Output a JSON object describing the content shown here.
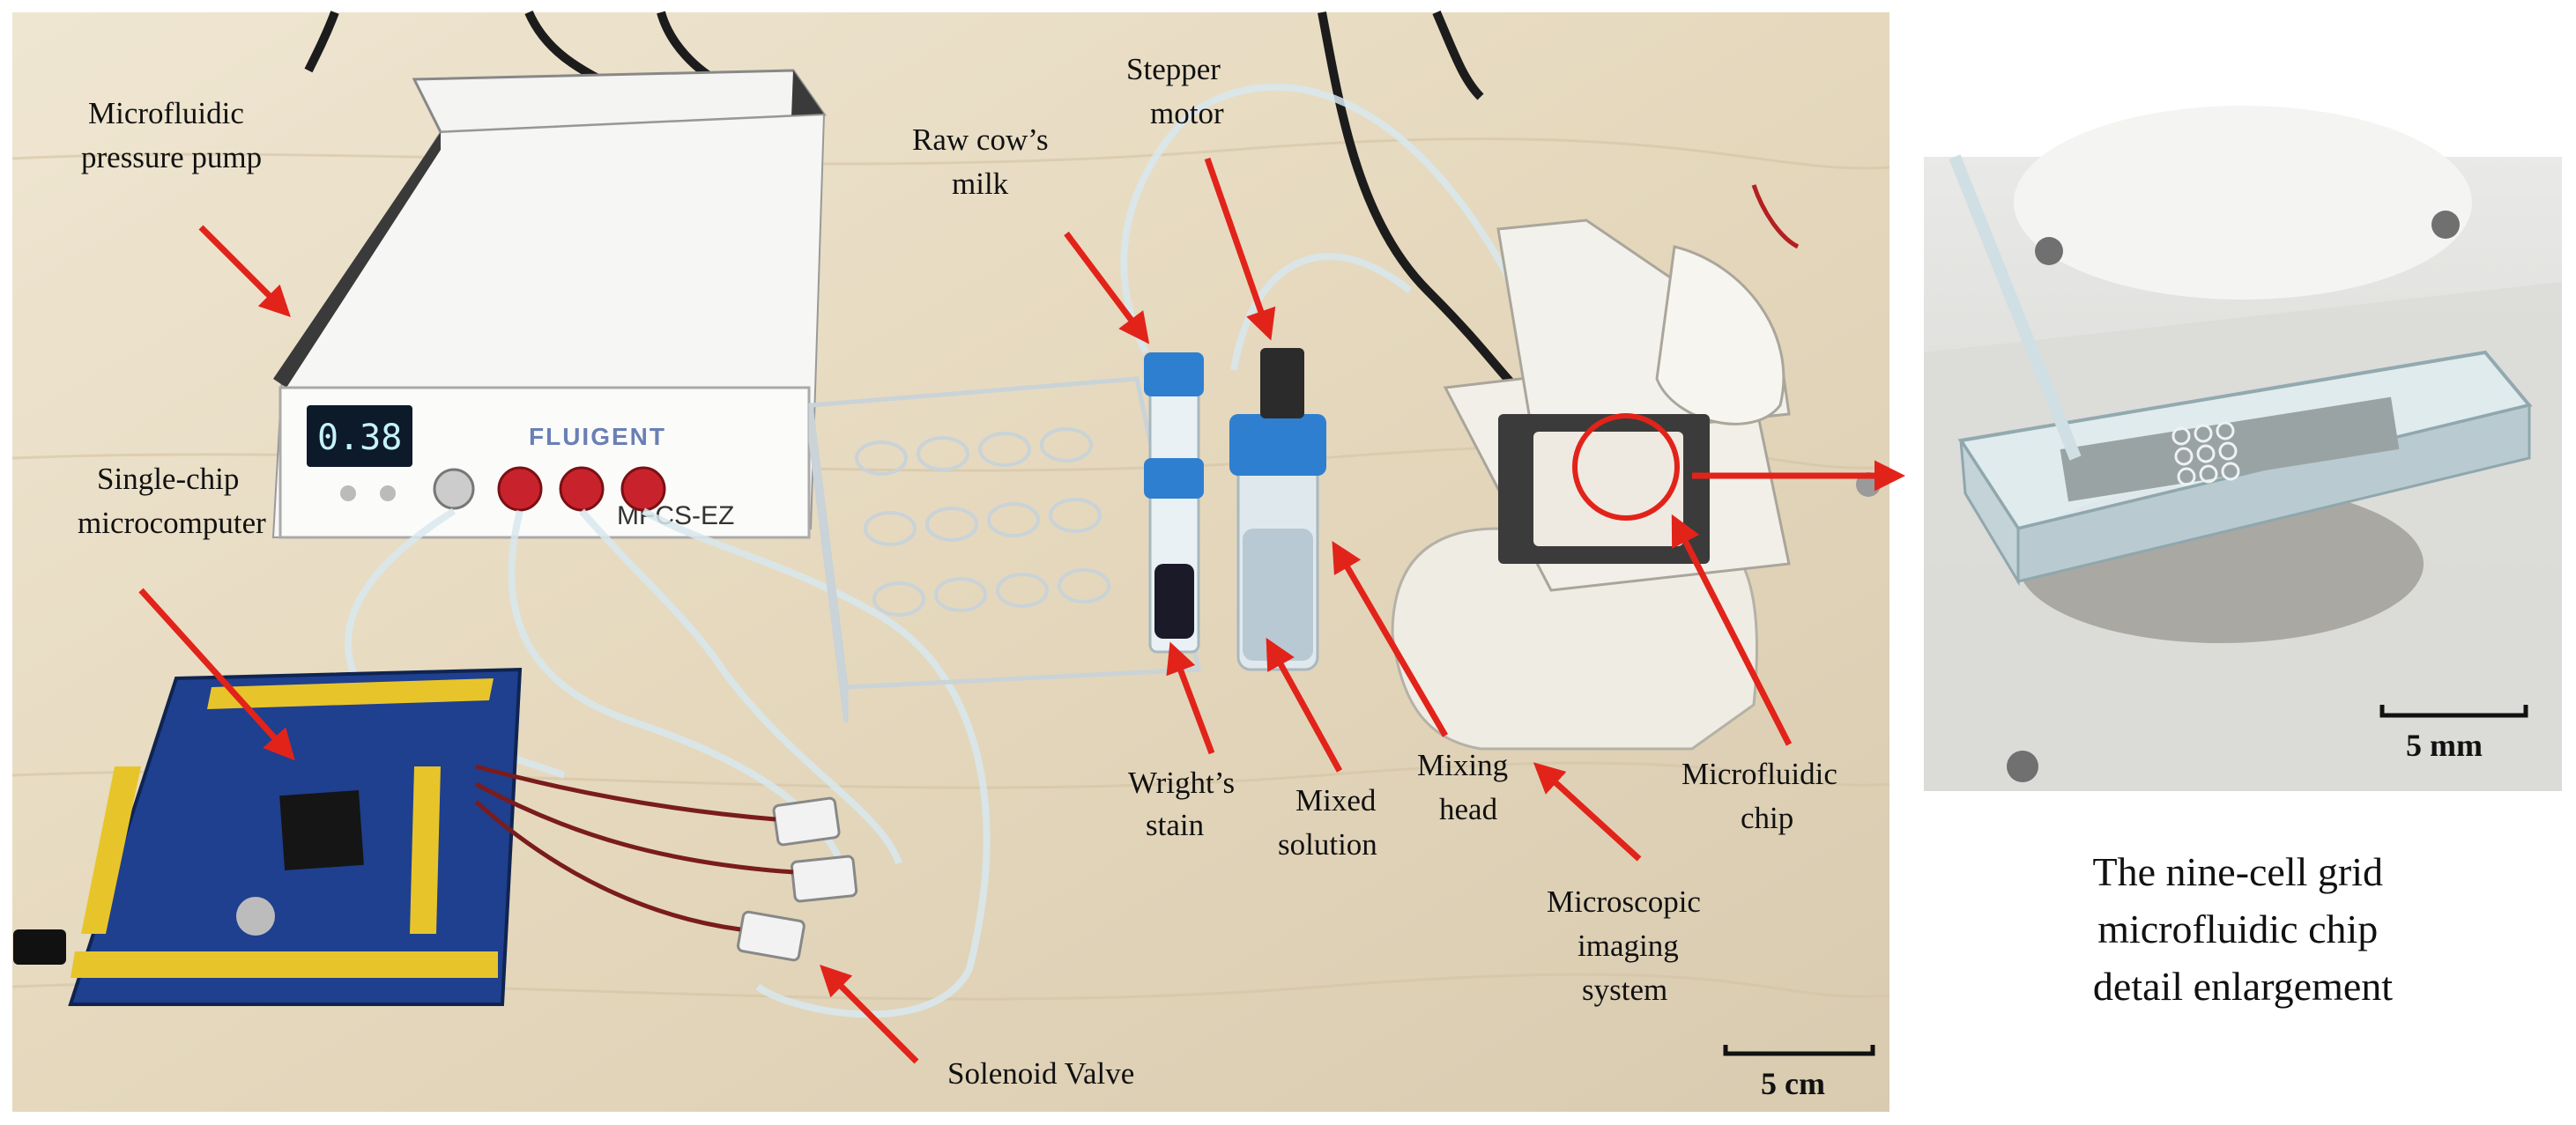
{
  "photo_labels": {
    "pressure_pump": [
      "Microfluidic",
      "pressure pump"
    ],
    "microcomputer": [
      "Single-chip",
      "microcomputer"
    ],
    "raw_milk": [
      "Raw cow’s",
      "milk"
    ],
    "stepper_motor": [
      "Stepper",
      "motor"
    ],
    "wright_stain": [
      "Wright’s",
      "stain"
    ],
    "mixed_solution": [
      "Mixed",
      "solution"
    ],
    "mixing_head": [
      "Mixing",
      "head"
    ],
    "microfluidic_chip": [
      "Microfluidic",
      "chip"
    ],
    "imaging_system": [
      "Microscopic",
      "imaging",
      "system"
    ],
    "solenoid_valve": "Solenoid Valve"
  },
  "scale_bars": {
    "main": "5 cm",
    "detail": "5 mm"
  },
  "device_text": {
    "display": "0.38",
    "brand": "FLUIGENT",
    "model": "MFCS-EZ"
  },
  "caption": [
    "The nine-cell grid",
    "microfluidic chip",
    "detail enlargement"
  ],
  "colors": {
    "arrow": "#e2231a",
    "desk": "#e8dcc4",
    "board": "#1f3f8f",
    "cap": "#2f7fd0"
  }
}
